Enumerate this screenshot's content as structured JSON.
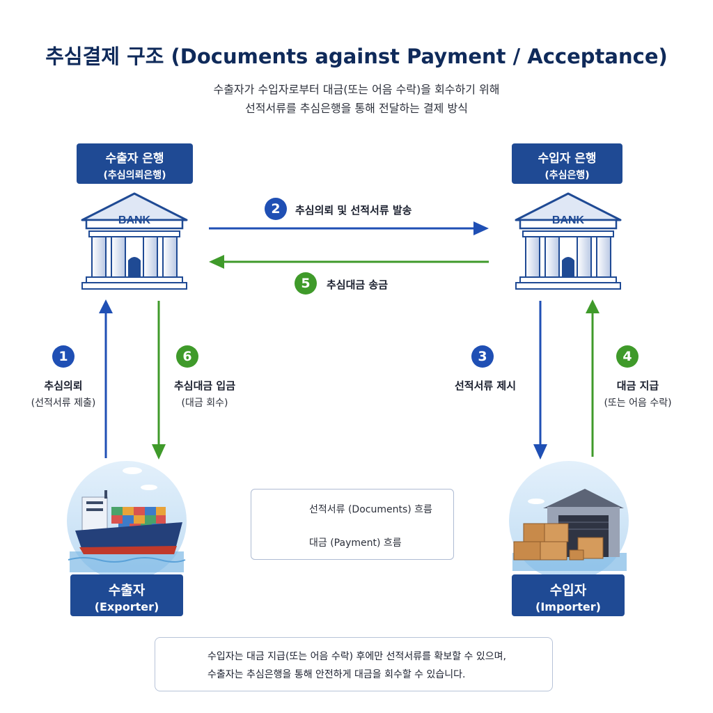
{
  "header": {
    "title": "추심결제 구조 (Documents against Payment / Acceptance)",
    "subtitle_line1": "수출자가 수입자로부터 대금(또는 어음 수락)을 회수하기 위해",
    "subtitle_line2": "선적서류를 추심은행을 통해 전달하는 결제 방식"
  },
  "banks": {
    "exporter_bank": {
      "name": "수출자 은행",
      "role": "(추심의뢰은행)",
      "sign": "BANK"
    },
    "importer_bank": {
      "name": "수입자 은행",
      "role": "(추심은행)",
      "sign": "BANK"
    }
  },
  "parties": {
    "exporter": {
      "name": "수출자",
      "english": "(Exporter)"
    },
    "importer": {
      "name": "수입자",
      "english": "(Importer)"
    }
  },
  "steps": [
    {
      "number": "1",
      "label": "추심의뢰",
      "detail": "(선적서류 제출)",
      "flow": "documents"
    },
    {
      "number": "2",
      "label": "추심의뢰 및 선적서류 발송",
      "detail": "",
      "flow": "documents"
    },
    {
      "number": "3",
      "label": "선적서류 제시",
      "detail": "",
      "flow": "documents"
    },
    {
      "number": "4",
      "label": "대금 지급",
      "detail": "(또는 어음 수락)",
      "flow": "payment"
    },
    {
      "number": "5",
      "label": "추심대금 송금",
      "detail": "",
      "flow": "payment"
    },
    {
      "number": "6",
      "label": "추심대금 입금",
      "detail": "(대금 회수)",
      "flow": "payment"
    }
  ],
  "legend": {
    "documents": "선적서류 (Documents) 흐름",
    "payment": "대금 (Payment) 흐름"
  },
  "note": {
    "line1": "수입자는 대금 지급(또는 어음 수락) 후에만 선적서류를 확보할 수 있으며,",
    "line2": "수출자는 추심은행을 통해 안전하게 대금을 회수할 수 있습니다."
  },
  "colors": {
    "documents_flow": "#1f4fb4",
    "payment_flow": "#3f9a2a",
    "label_bg": "#1f4a94",
    "title": "#0f2a5a"
  },
  "icons": {
    "bank": "bank-icon",
    "ship": "cargo-ship-icon",
    "warehouse": "warehouse-icon",
    "tip": "lightbulb-icon"
  }
}
